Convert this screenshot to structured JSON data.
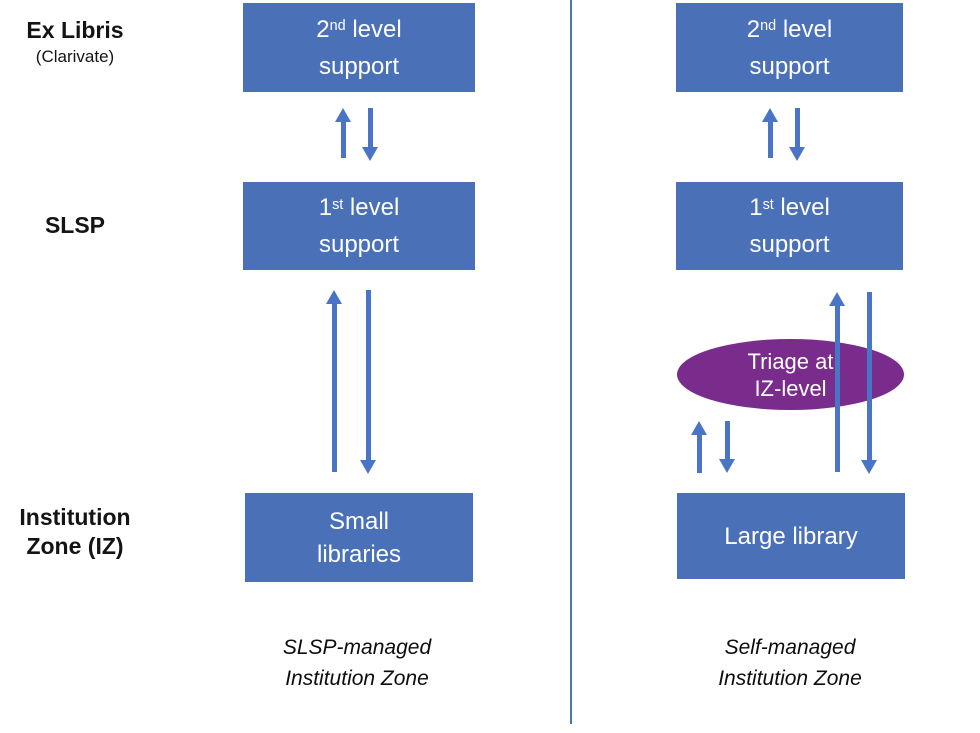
{
  "row_labels": {
    "ex_libris": {
      "line1": "Ex Libris",
      "line2": "(Clarivate)"
    },
    "slsp": "SLSP",
    "iz": {
      "line1": "Institution",
      "line2": "Zone (IZ)"
    }
  },
  "columns": {
    "left": {
      "second_level": {
        "num": "2",
        "sup": "nd",
        "rest": " level",
        "line2": "support"
      },
      "first_level": {
        "num": "1",
        "sup": "st",
        "rest": " level",
        "line2": "support"
      },
      "bottom_box": {
        "line1": "Small",
        "line2": "libraries"
      },
      "caption": {
        "line1": "SLSP-managed",
        "line2": "Institution Zone"
      }
    },
    "right": {
      "second_level": {
        "num": "2",
        "sup": "nd",
        "rest": " level",
        "line2": "support"
      },
      "first_level": {
        "num": "1",
        "sup": "st",
        "rest": " level",
        "line2": "support"
      },
      "triage": {
        "line1": "Triage at",
        "line2": "IZ-level"
      },
      "bottom_box": {
        "line1": "Large library"
      },
      "caption": {
        "line1": "Self-managed",
        "line2": "Institution Zone"
      }
    }
  },
  "colors": {
    "box_blue": "#4a70b8",
    "arrow_blue": "#4a74c6",
    "divider_blue": "#4a78ad",
    "ellipse_purple": "#7a2c8c",
    "text_dark": "#141414",
    "box_text": "#ffffff"
  }
}
